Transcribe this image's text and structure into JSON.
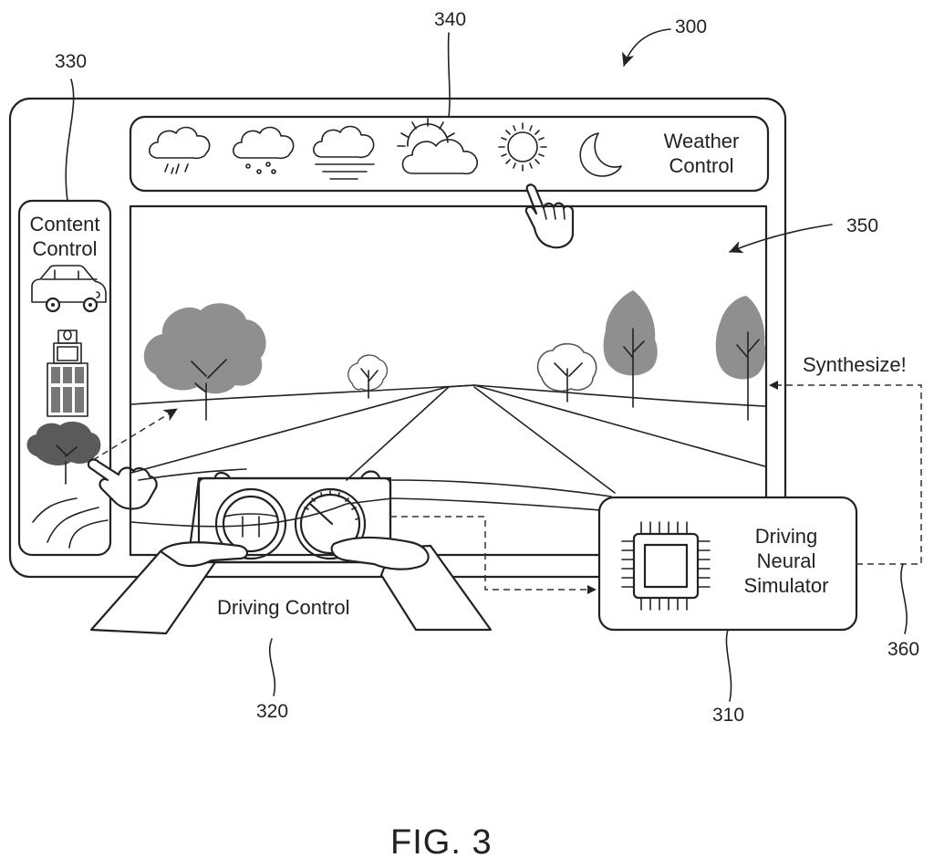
{
  "figure_label": "FIG. 3",
  "refs": {
    "device": "300",
    "simulator": "310",
    "driving_control": "320",
    "content_control": "330",
    "weather_control": "340",
    "scene": "350",
    "synthesis_link": "360"
  },
  "weather_panel": {
    "label_line1": "Weather",
    "label_line2": "Control",
    "icons": [
      "rain-cloud-icon",
      "hail-cloud-icon",
      "fog-cloud-icon",
      "partly-sunny-icon",
      "sun-icon",
      "moon-icon"
    ]
  },
  "content_panel": {
    "label_line1": "Content",
    "label_line2": "Control",
    "icons": [
      "car-icon",
      "building-icon",
      "tree-icon",
      "road-icon"
    ]
  },
  "driving_panel": {
    "label": "Driving Control",
    "icons": [
      "steering-wheel-icon",
      "speedometer-icon"
    ]
  },
  "simulator": {
    "line1": "Driving",
    "line2": "Neural",
    "line3": "Simulator",
    "icon": "chip-icon"
  },
  "synthesize_label": "Synthesize!"
}
